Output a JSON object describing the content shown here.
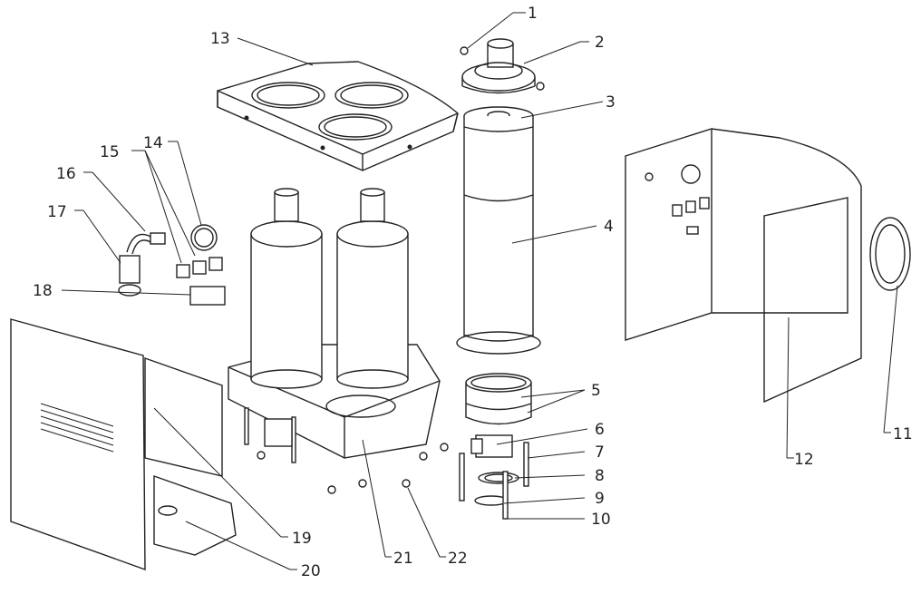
{
  "parts": [
    {
      "id": "p1",
      "num": "1"
    },
    {
      "id": "p2",
      "num": "2"
    },
    {
      "id": "p3",
      "num": "3"
    },
    {
      "id": "p4",
      "num": "4"
    },
    {
      "id": "p5",
      "num": "5"
    },
    {
      "id": "p6",
      "num": "6"
    },
    {
      "id": "p7",
      "num": "7"
    },
    {
      "id": "p8",
      "num": "8"
    },
    {
      "id": "p9",
      "num": "9"
    },
    {
      "id": "p10",
      "num": "10"
    },
    {
      "id": "p11",
      "num": "11"
    },
    {
      "id": "p12",
      "num": "12"
    },
    {
      "id": "p13",
      "num": "13"
    },
    {
      "id": "p14",
      "num": "14"
    },
    {
      "id": "p15",
      "num": "15"
    },
    {
      "id": "p16",
      "num": "16"
    },
    {
      "id": "p17",
      "num": "17"
    },
    {
      "id": "p18",
      "num": "18"
    },
    {
      "id": "p19",
      "num": "19"
    },
    {
      "id": "p20",
      "num": "20"
    },
    {
      "id": "p21",
      "num": "21"
    },
    {
      "id": "p22",
      "num": "22"
    }
  ]
}
